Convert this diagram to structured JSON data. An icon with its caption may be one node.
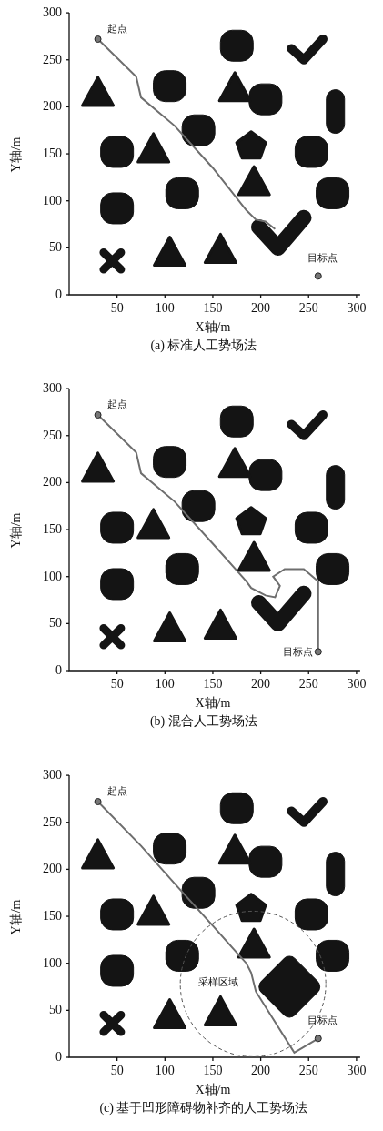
{
  "diagram": {
    "labels": [
      "起点",
      "目标点",
      "300",
      "250",
      "200",
      "150",
      "100",
      "50",
      "0",
      "Y轴/m",
      "50",
      "100",
      "150",
      "200",
      "250",
      "300",
      "X轴/m",
      "(a) 标准人工势场法",
      "起点",
      "目标点",
      "300",
      "250",
      "200",
      "150",
      "100",
      "50",
      "0",
      "Y轴/m",
      "50",
      "100",
      "150",
      "200",
      "250",
      "300",
      "X轴/m",
      "(b) 混合人工势场法",
      "起点",
      "目标点",
      "300",
      "250",
      "200",
      "150",
      "100",
      "50",
      "0",
      "Y轴/m",
      "50",
      "100",
      "150",
      "200",
      "250",
      "300",
      "X轴/m",
      "(c) 基于凹形障碍物补齐的人工势场法",
      "采样区域"
    ]
  }
}
